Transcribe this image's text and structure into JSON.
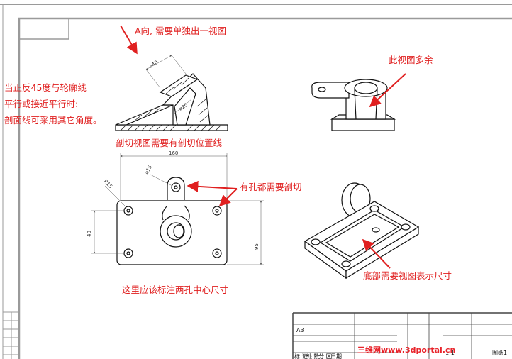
{
  "annotations": {
    "view_a": "A向, 需要单独出一视图",
    "section_lines_1": "当正反45度与轮廓线",
    "section_lines_2": "平行或接近平行时:",
    "section_lines_3": "剖面线可采用其它角度。",
    "section_position": "剖切视图需要有剖切位置线",
    "redundant_view": "此视图多余",
    "holes_section": "有孔都需要剖切",
    "hole_center_dim": "这里应该标注两孔中心尺寸",
    "bottom_view": "底部需要视图表示尺寸"
  },
  "dimensions": {
    "d40_top": "⌀40",
    "d20": "⌀20",
    "width_160": "160",
    "r15": "R15",
    "d15": "⌀15",
    "h40": "40",
    "h95": "95"
  },
  "title_block": {
    "sheet_size": "A3",
    "col_marks": "标 记",
    "col_count": "处 数",
    "col_zone": "分 区",
    "col_date": "日期",
    "scale": "1:1",
    "sheet_label": "图纸1"
  },
  "watermark": {
    "brand": "三维网",
    "url": "www.3dportal.cn"
  },
  "colors": {
    "annotation": "#e02020",
    "line": "#111111",
    "dim": "#555555",
    "border": "#9a9a9a"
  }
}
